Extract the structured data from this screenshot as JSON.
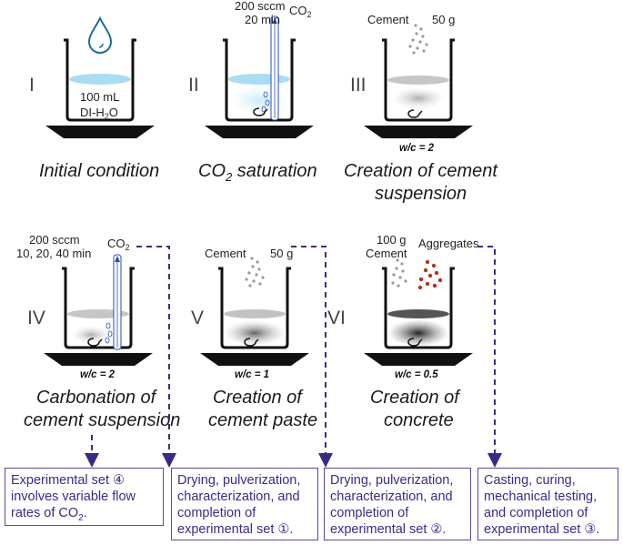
{
  "steps": [
    {
      "roman": "I",
      "caption_lines": [
        "Initial condition"
      ],
      "labels": {
        "volume": "100 mL",
        "water_pre": "DI-H",
        "water_sub": "2",
        "water_post": "O"
      }
    },
    {
      "roman": "II",
      "caption_pre": "CO",
      "caption_sub": "2",
      "caption_post": " saturation",
      "labels": {
        "flow": "200 sccm",
        "time": "20 min",
        "gas_pre": "CO",
        "gas_sub": "2"
      }
    },
    {
      "roman": "III",
      "caption_lines": [
        "Creation of cement",
        "suspension"
      ],
      "labels": {
        "material": "Cement",
        "mass": "50 g"
      },
      "wc": "w/c = 2"
    },
    {
      "roman": "IV",
      "caption_lines": [
        "Carbonation of",
        "cement suspension"
      ],
      "labels": {
        "flow": "200 sccm",
        "time": "10, 20, 40 min",
        "gas_pre": "CO",
        "gas_sub": "2"
      },
      "wc": "w/c = 2"
    },
    {
      "roman": "V",
      "caption_lines": [
        "Creation of",
        "cement paste"
      ],
      "labels": {
        "material": "Cement",
        "mass": "50 g"
      },
      "wc": "w/c = 1"
    },
    {
      "roman": "VI",
      "caption_lines": [
        "Creation of",
        "concrete"
      ],
      "labels": {
        "mass": "100 g",
        "material": "Cement",
        "aggregates": "Aggregates"
      },
      "wc": "w/c = 0.5"
    }
  ],
  "boxes": [
    {
      "lines": [
        "Experimental set ④",
        "involves variable flow",
        "rates of CO",
        "2",
        ".",
        ""
      ]
    },
    {
      "lines": [
        "Drying, pulverization,",
        "characterization, and",
        "completion of",
        "experimental set ①."
      ]
    },
    {
      "lines": [
        "Drying, pulverization,",
        "characterization, and",
        "completion of",
        "experimental set ②."
      ]
    },
    {
      "lines": [
        "Casting, curing,",
        "mechanical testing,",
        "and completion of",
        "experimental set ③."
      ]
    }
  ],
  "colors": {
    "arrow": "#3a2a86",
    "box_border": "#5b4a9c",
    "box_text": "#3b2a8a",
    "water": "#a8ddf2",
    "plate": "#111111",
    "tube": "#2b4fb3"
  }
}
